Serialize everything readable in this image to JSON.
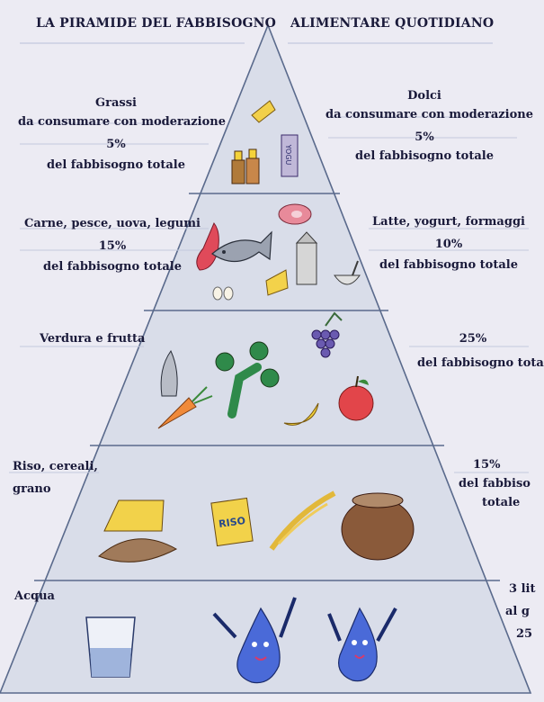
{
  "title_left": "LA PIRAMIDE DEL FABBISOGNO",
  "title_right": "ALIMENTARE QUOTIDIANO",
  "levels": [
    {
      "left": {
        "name": "Grassi",
        "note": "da consumare con moderazione",
        "pct": "5%",
        "suffix": "del fabbisogno totale"
      },
      "right": {
        "name": "Dolci",
        "note": "da consumare con moderazione",
        "pct": "5%",
        "suffix": "del fabbisogno totale"
      }
    },
    {
      "left": {
        "name": "Carne, pesce, uova, legumi",
        "pct": "15%",
        "suffix": "del fabbisogno totale"
      },
      "right": {
        "name": "Latte, yogurt, formaggi",
        "pct": "10%",
        "suffix": "del fabbisogno totale"
      }
    },
    {
      "left": {
        "name": "Verdura e frutta"
      },
      "right": {
        "pct": "25%",
        "suffix": "del fabbisogno tota"
      }
    },
    {
      "left": {
        "line1": "Riso, cereali,",
        "line2": "grano"
      },
      "right": {
        "pct": "15%",
        "line2": "del fabbiso",
        "line3": "totale"
      }
    },
    {
      "left": {
        "name": "Acqua"
      },
      "right": {
        "line1": "3 lit",
        "line2": "al g",
        "line3": "25"
      }
    }
  ],
  "food_labels": {
    "riso_box": "RISO",
    "yogurt_pack": "YOGU"
  },
  "colors": {
    "paper": "#ecebf3",
    "pyramid_fill": "#d9dde9",
    "ink": "#1a1a3a",
    "pencil": "#5a6a8c"
  }
}
